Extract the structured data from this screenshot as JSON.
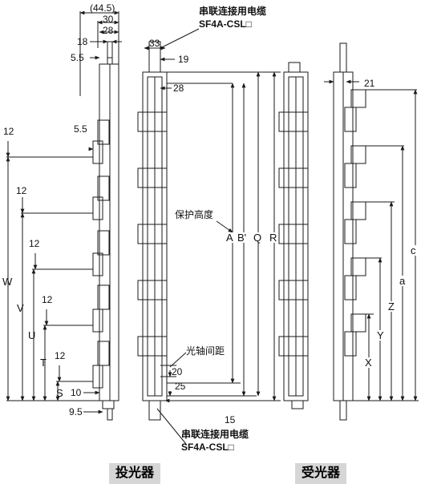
{
  "captions": {
    "emitter": "投光器",
    "receiver": "受光器"
  },
  "cable": {
    "top_name": "串联连接用电缆",
    "top_model": "SF4A-CSL□",
    "bottom_name": "串联连接用电缆",
    "bottom_model": "SF4A-CSL□"
  },
  "labels": {
    "protect_height": "保护高度",
    "beam_pitch": "光轴间距"
  },
  "dims": {
    "d44_5": "(44.5)",
    "d30": "30",
    "d28_top": "28",
    "d18": "18",
    "d5_5_top": "5.5",
    "d5_5_mid": "5.5",
    "d12_a": "12",
    "d12_b": "12",
    "d12_c": "12",
    "d12_d": "12",
    "d12_e": "12",
    "W": "W",
    "V": "V",
    "U": "U",
    "T": "T",
    "S": "S",
    "d10": "10",
    "d9_5": "9.5",
    "d33": "33",
    "d19": "19",
    "d28_mid": "28",
    "A": "A",
    "B_prime": "B'",
    "Q": "Q",
    "R": "R",
    "d20": "20",
    "d25": "25",
    "d15": "15",
    "d21": "21",
    "c": "c",
    "a": "a",
    "Z": "Z",
    "Y": "Y",
    "X": "X"
  },
  "colors": {
    "line": "#1a1a1a",
    "caption_bg": "#d6d6d6"
  }
}
